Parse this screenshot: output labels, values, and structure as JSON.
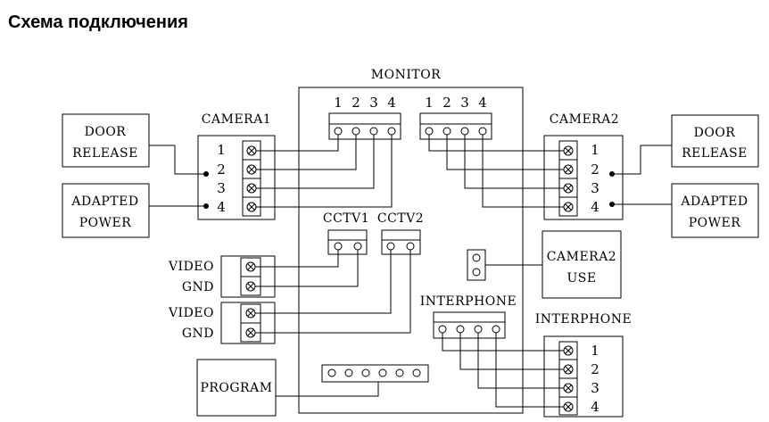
{
  "title": "Схема подключения",
  "monitor": {
    "label": "MONITOR",
    "block_a_numbers": [
      "1",
      "2",
      "3",
      "4"
    ],
    "block_b_numbers": [
      "1",
      "2",
      "3",
      "4"
    ],
    "cctv1": "CCTV1",
    "cctv2": "CCTV2",
    "interphone": "INTERPHONE"
  },
  "camera1": {
    "label": "CAMERA1",
    "pins": [
      "1",
      "2",
      "3",
      "4"
    ],
    "door_release": [
      "DOOR",
      "RELEASE"
    ],
    "adapted_power": [
      "ADAPTED",
      "POWER"
    ]
  },
  "camera2": {
    "label": "CAMERA2",
    "pins": [
      "1",
      "2",
      "3",
      "4"
    ],
    "door_release": [
      "DOOR",
      "RELEASE"
    ],
    "adapted_power": [
      "ADAPTED",
      "POWER"
    ]
  },
  "video_inputs": [
    {
      "video": "VIDEO",
      "gnd": "GND"
    },
    {
      "video": "VIDEO",
      "gnd": "GND"
    }
  ],
  "camera2_use": [
    "CAMERA2",
    "USE"
  ],
  "program": "PROGRAM",
  "interphone_unit": {
    "label": "INTERPHONE",
    "pins": [
      "1",
      "2",
      "3",
      "4"
    ]
  }
}
